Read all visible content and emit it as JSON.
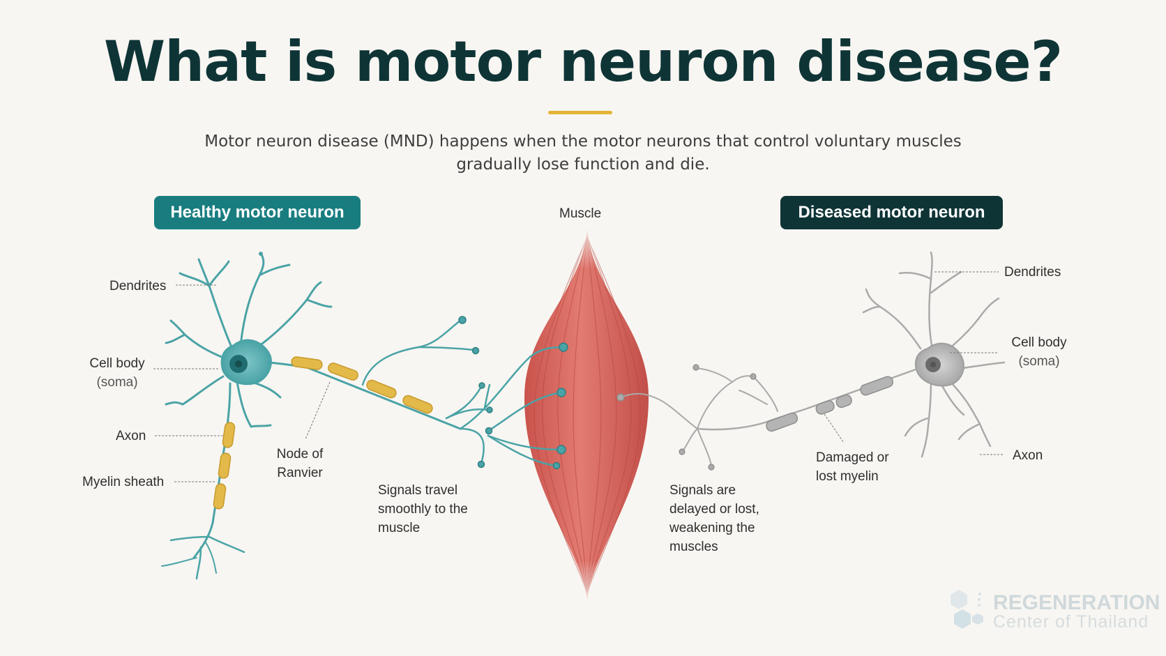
{
  "title": "What is motor neuron disease?",
  "subtitle_line1": "Motor neuron disease (MND) happens when the motor neurons that control voluntary muscles",
  "subtitle_line2": "gradually lose function and die.",
  "healthy": {
    "heading": "Healthy motor neuron",
    "dendrites": "Dendrites",
    "cell_body_1": "Cell body",
    "cell_body_2": "(soma)",
    "axon": "Axon",
    "myelin": "Myelin sheath",
    "node_1": "Node of",
    "node_2": "Ranvier",
    "signal_1": "Signals travel",
    "signal_2": "smoothly to the",
    "signal_3": "muscle"
  },
  "muscle": {
    "label": "Muscle"
  },
  "diseased": {
    "heading": "Diseased motor neuron",
    "dendrites": "Dendrites",
    "cell_body_1": "Cell body",
    "cell_body_2": "(soma)",
    "axon": "Axon",
    "damaged_1": "Damaged or",
    "damaged_2": "lost myelin",
    "signal_1": "Signals are",
    "signal_2": "delayed or lost,",
    "signal_3": "weakening the",
    "signal_4": "muscles"
  },
  "logo": {
    "title": "REGENERATION",
    "subtitle": "Center of Thailand"
  },
  "colors": {
    "healthy_neuron": "#4aa3a6",
    "myelin": "#e3b94a",
    "muscle": "#d9655c",
    "diseased_neuron": "#a8a8a8",
    "title": "#0e3436",
    "accent": "#e2b534"
  }
}
